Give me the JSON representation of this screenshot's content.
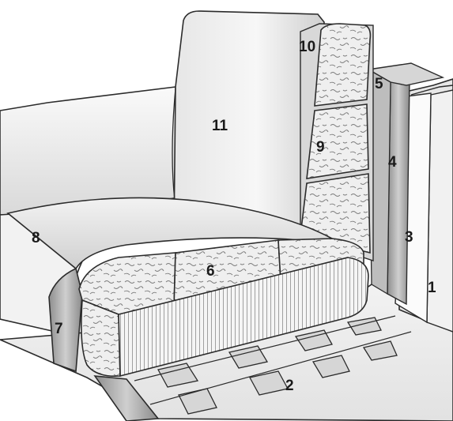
{
  "diagram": {
    "callouts": [
      {
        "id": "1",
        "label": "1"
      },
      {
        "id": "2",
        "label": "2"
      },
      {
        "id": "3",
        "label": "3"
      },
      {
        "id": "4",
        "label": "4"
      },
      {
        "id": "5",
        "label": "5"
      },
      {
        "id": "6",
        "label": "6"
      },
      {
        "id": "7",
        "label": "7"
      },
      {
        "id": "8",
        "label": "8"
      },
      {
        "id": "9",
        "label": "9"
      },
      {
        "id": "10",
        "label": "10"
      },
      {
        "id": "11",
        "label": "11"
      }
    ],
    "palette": {
      "outline": "#2b2b2b",
      "surface_light": "#f4f4f4",
      "surface_mid": "#dcdcdc",
      "surface_dark": "#9a9a9a",
      "foam_bg": "#eeeeee",
      "strap": "#cfcfcf"
    }
  }
}
